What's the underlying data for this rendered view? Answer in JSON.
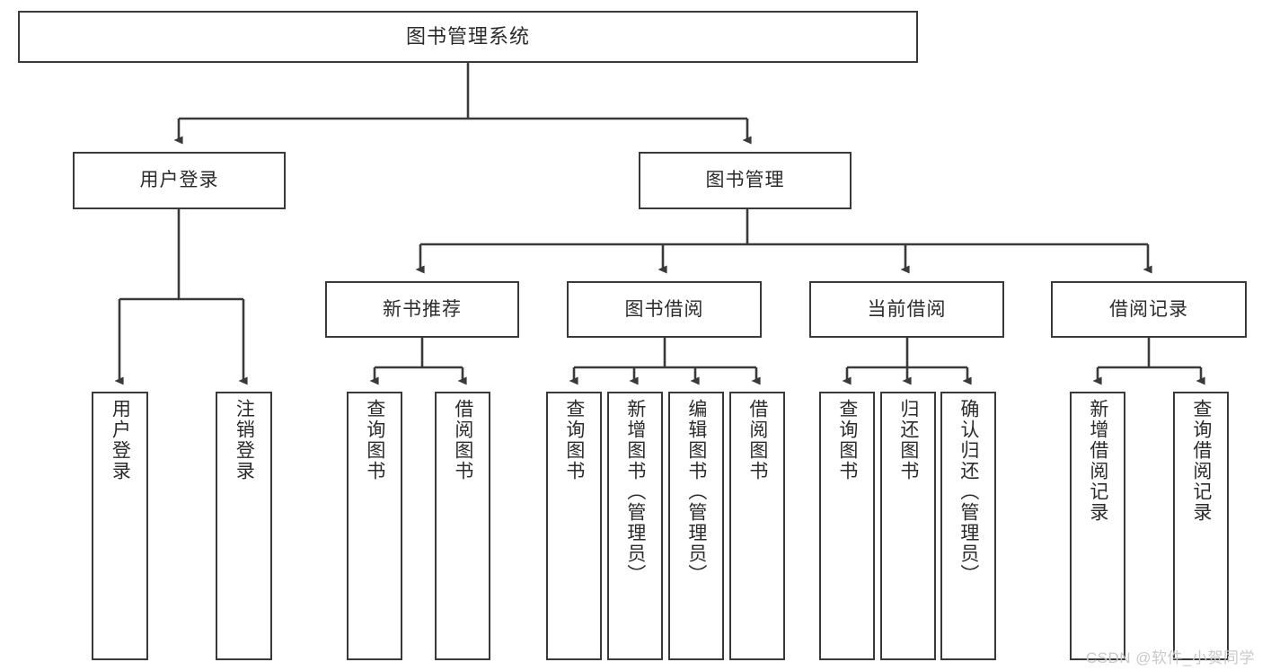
{
  "diagram": {
    "title": "图书管理系统",
    "type": "tree-hierarchy-chart",
    "watermark": "CSDN @软件_小贺同学",
    "colors": {
      "border": "#3a3a3a",
      "text": "#2b2b2b",
      "background": "#ffffff",
      "watermark": "#c9c9c9"
    },
    "root": {
      "label": "图书管理系统"
    },
    "level2": [
      {
        "id": "user-login",
        "label": "用户登录"
      },
      {
        "id": "book-manage",
        "label": "图书管理"
      }
    ],
    "level3": [
      {
        "id": "new-book-rec",
        "label": "新书推荐"
      },
      {
        "id": "book-borrow",
        "label": "图书借阅"
      },
      {
        "id": "current-borrow",
        "label": "当前借阅"
      },
      {
        "id": "borrow-record",
        "label": "借阅记录"
      }
    ],
    "leaves": [
      {
        "id": "leaf-user-login",
        "label": "用户登录",
        "parent": "user-login"
      },
      {
        "id": "leaf-logout",
        "label": "注销登录",
        "parent": "user-login"
      },
      {
        "id": "leaf-query-book-1",
        "label": "查询图书",
        "parent": "new-book-rec"
      },
      {
        "id": "leaf-borrow-book-1",
        "label": "借阅图书",
        "parent": "new-book-rec"
      },
      {
        "id": "leaf-query-book-2",
        "label": "查询图书",
        "parent": "book-borrow"
      },
      {
        "id": "leaf-add-book",
        "label": "新增图书（管理员）",
        "parent": "book-borrow"
      },
      {
        "id": "leaf-edit-book",
        "label": "编辑图书（管理员）",
        "parent": "book-borrow"
      },
      {
        "id": "leaf-borrow-book-2",
        "label": "借阅图书",
        "parent": "book-borrow"
      },
      {
        "id": "leaf-query-book-3",
        "label": "查询图书",
        "parent": "current-borrow"
      },
      {
        "id": "leaf-return-book",
        "label": "归还图书",
        "parent": "current-borrow"
      },
      {
        "id": "leaf-confirm-return",
        "label": "确认归还（管理员）",
        "parent": "current-borrow"
      },
      {
        "id": "leaf-add-record",
        "label": "新增借阅记录",
        "parent": "borrow-record"
      },
      {
        "id": "leaf-query-record",
        "label": "查询借阅记录",
        "parent": "borrow-record"
      }
    ]
  }
}
